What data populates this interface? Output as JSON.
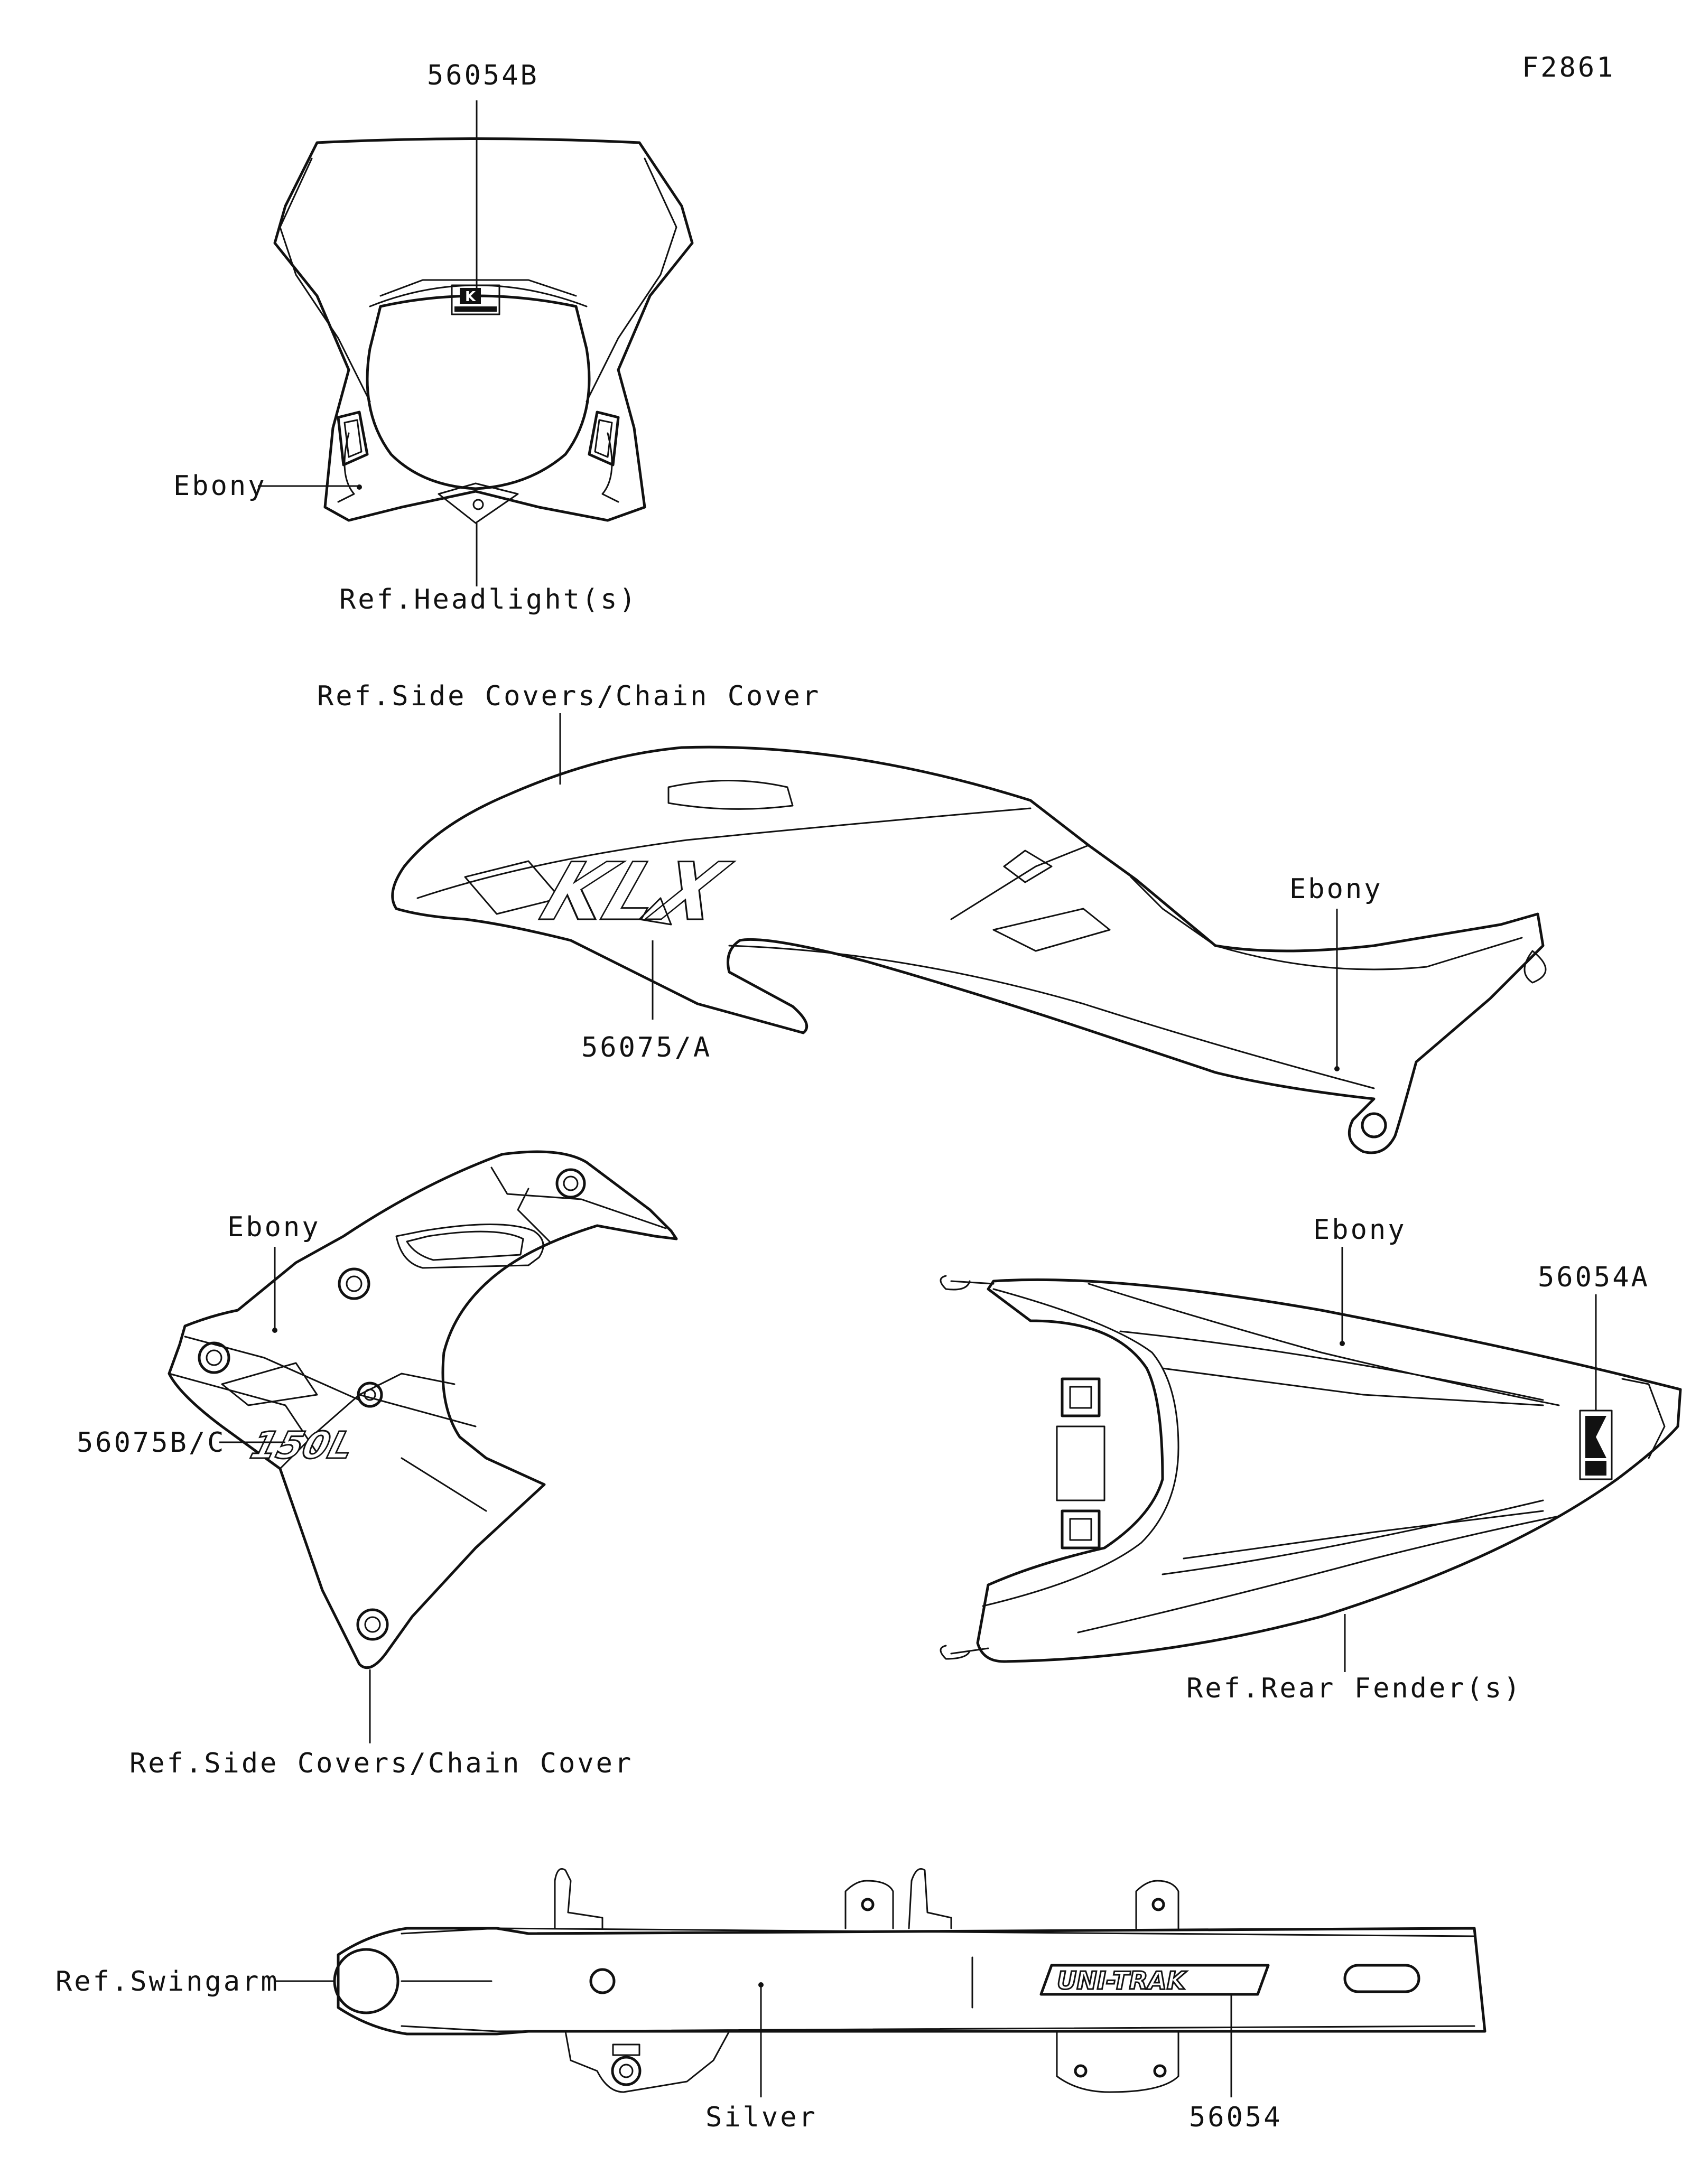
{
  "diagram_id": "F2861",
  "labels": {
    "headlight_decal": "56054B",
    "headlight_color": "Ebony",
    "headlight_ref": "Ref.Headlight(s)",
    "side_cover_ref_top": "Ref.Side Covers/Chain Cover",
    "side_cover_color": "Ebony",
    "side_cover_decal": "56075/A",
    "shroud_color": "Ebony",
    "shroud_decal": "56075B/C",
    "shroud_ref": "Ref.Side Covers/Chain Cover",
    "fender_color": "Ebony",
    "fender_decal": "56054A",
    "fender_ref": "Ref.Rear Fender(s)",
    "swingarm_ref": "Ref.Swingarm",
    "swingarm_color": "Silver",
    "swingarm_decal": "56054"
  },
  "decal_graphics": {
    "side_cover_logo": "KLX",
    "shroud_logo": "150L",
    "swingarm_logo": "UNI-TRAK",
    "kawasaki_emblem": "K"
  }
}
